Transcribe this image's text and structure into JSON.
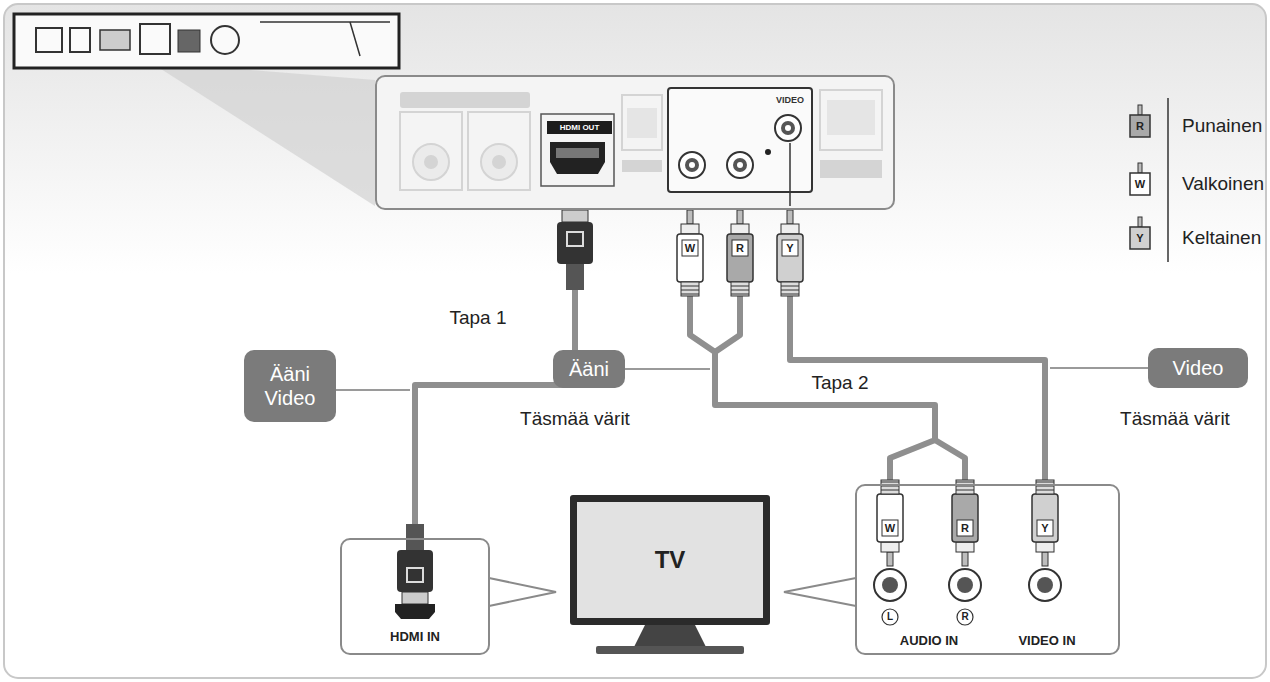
{
  "diagram": {
    "nodes": [
      {
        "text": [
          "HDMI OUT",
          "VIDEO"
        ]
      },
      {
        "text": [
          "Ääni Video"
        ]
      },
      {
        "text": [
          "Ääni"
        ]
      },
      {
        "text": [
          "Video"
        ]
      },
      {
        "text": [
          "HDMI IN"
        ]
      },
      {
        "text": [
          "TV"
        ]
      },
      {
        "text": [
          "AUDIO IN",
          "VIDEO IN"
        ]
      }
    ],
    "edges": [
      {
        "from": 0,
        "to": 4,
        "arrow": "none",
        "label": "Tapa 1"
      },
      {
        "from": 0,
        "to": 6,
        "arrow": "none",
        "label": "Tapa 2"
      },
      {
        "from": 0,
        "to": 6,
        "arrow": "none"
      }
    ],
    "labels": [
      "Täsmää värit",
      "Täsmää värit",
      "W",
      "R",
      "Y",
      "W",
      "R",
      "Y",
      "R",
      "W",
      "Y",
      "L",
      "R"
    ],
    "legend": [
      {
        "text": "Punainen"
      },
      {
        "text": "Valkoinen"
      },
      {
        "text": "Keltainen"
      }
    ]
  }
}
